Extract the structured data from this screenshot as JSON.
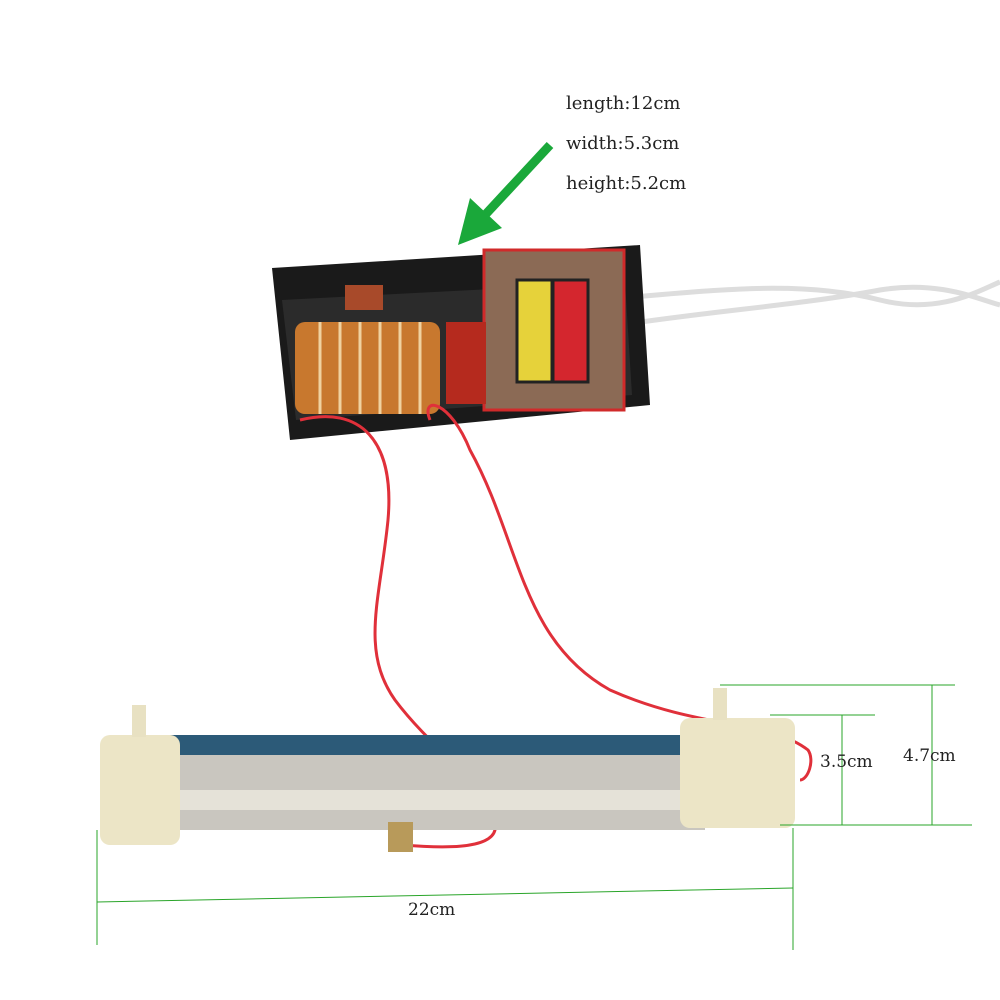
{
  "specs": {
    "length": "length:12cm",
    "width": "width:5.3cm",
    "height": "height:5.2cm"
  },
  "dimensions": {
    "tube_length": "22cm",
    "inner_diameter": "3.5cm",
    "outer_diameter": "4.7cm"
  },
  "colors": {
    "arrow": "#1aa83a",
    "dimension_line": "#2aa52a",
    "wire": "#e0303a",
    "case": "#1a1a1a"
  }
}
